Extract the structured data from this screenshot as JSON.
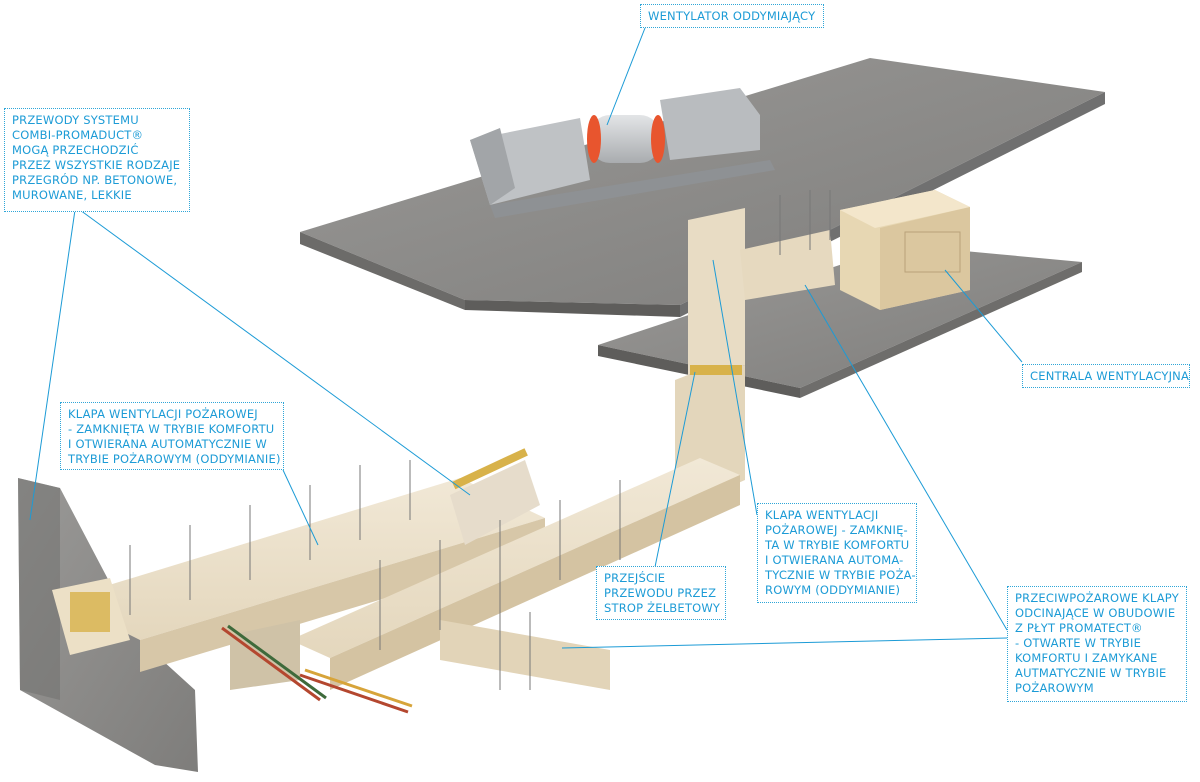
{
  "colors": {
    "accent": "#1c9bd6",
    "concrete": "#8f8e8c",
    "duct": "#e8dcc4",
    "duct_shadow": "#cfc0a3",
    "steel": "#c9cbcd"
  },
  "labels": {
    "fan": [
      "WENTYLATOR ODDYMIAJĄCY"
    ],
    "ducts_note": [
      "PRZEWODY SYSTEMU",
      "COMBI-PROMADUCT®",
      "MOGĄ PRZECHODZIĆ",
      "PRZEZ WSZYSTKIE RODZAJE",
      "PRZEGRÓD NP. BETONOWE,",
      "MUROWANE, LEKKIE"
    ],
    "damper_left": [
      "KLAPA WENTYLACJI POŻAROWEJ",
      "- ZAMKNIĘTA W TRYBIE KOMFORTU",
      "I OTWIERANA AUTOMATYCZNIE W",
      "TRYBIE POŻAROWYM (ODDYMIANIE)"
    ],
    "ahu": [
      "CENTRALA WENTYLACYJNA"
    ],
    "damper_right": [
      "KLAPA WENTYLACJI",
      "POŻAROWEJ - ZAMKNIĘ-",
      "TA W TRYBIE KOMFORTU",
      "I OTWIERANA AUTOMA-",
      "TYCZNIE W TRYBIE POŻA-",
      "ROWYM (ODDYMIANIE)"
    ],
    "penetration": [
      "PRZEJŚCIE",
      "PRZEWODU PRZEZ",
      "STROP ŻELBETOWY"
    ],
    "fire_dampers": [
      "PRZECIWPOŻAROWE KLAPY",
      "ODCINAJĄCE W OBUDOWIE",
      "Z PŁYT PROMATECT®",
      "- OTWARTE W TRYBIE",
      "KOMFORTU I ZAMYKANE",
      "AUTMATYCZNIE W TRYBIE",
      "POŻAROWYM"
    ]
  }
}
